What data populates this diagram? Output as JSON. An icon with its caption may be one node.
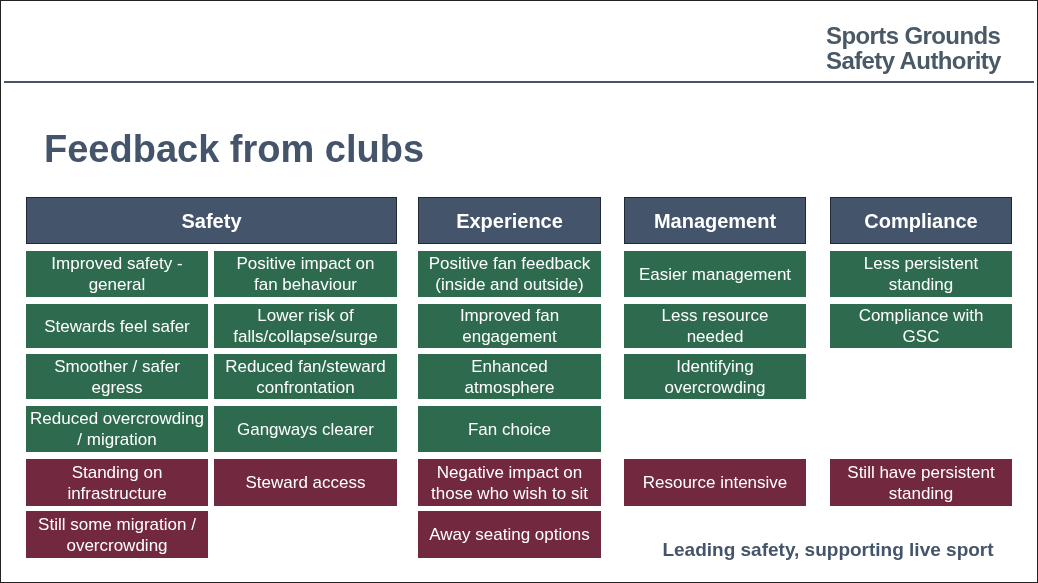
{
  "diagram": {
    "title": "Feedback from clubs",
    "nodes": [
      {
        "text": [
          "Safety"
        ]
      },
      {
        "text": [
          "Improved safety - general"
        ]
      },
      {
        "text": [
          "Positive impact on fan behaviour"
        ]
      },
      {
        "text": [
          "Stewards feel safer"
        ]
      },
      {
        "text": [
          "Lower risk of falls/collapse/surge"
        ]
      },
      {
        "text": [
          "Smoother / safer egress"
        ]
      },
      {
        "text": [
          "Reduced fan/steward confrontation"
        ]
      },
      {
        "text": [
          "Reduced overcrowding / migration"
        ]
      },
      {
        "text": [
          "Gangways clearer"
        ]
      },
      {
        "text": [
          "Standing on infrastructure"
        ]
      },
      {
        "text": [
          "Steward access"
        ]
      },
      {
        "text": [
          "Still some migration / overcrowding"
        ]
      },
      {
        "text": [
          "Experience"
        ]
      },
      {
        "text": [
          "Positive fan feedback (inside and outside)"
        ]
      },
      {
        "text": [
          "Improved fan engagement"
        ]
      },
      {
        "text": [
          "Enhanced atmosphere"
        ]
      },
      {
        "text": [
          "Fan choice"
        ]
      },
      {
        "text": [
          "Negative impact on those who wish to sit"
        ]
      },
      {
        "text": [
          "Away seating options"
        ]
      },
      {
        "text": [
          "Management"
        ]
      },
      {
        "text": [
          "Easier management"
        ]
      },
      {
        "text": [
          "Less resource needed"
        ]
      },
      {
        "text": [
          "Identifying overcrowding"
        ]
      },
      {
        "text": [
          "Resource intensive"
        ]
      },
      {
        "text": [
          "Compliance"
        ]
      },
      {
        "text": [
          "Less persistent standing"
        ]
      },
      {
        "text": [
          "Compliance with GSC"
        ]
      },
      {
        "text": [
          "Still have persistent standing"
        ]
      }
    ],
    "labels": [
      "Sports Grounds Safety Authority",
      "Leading safety, supporting live sport"
    ]
  }
}
